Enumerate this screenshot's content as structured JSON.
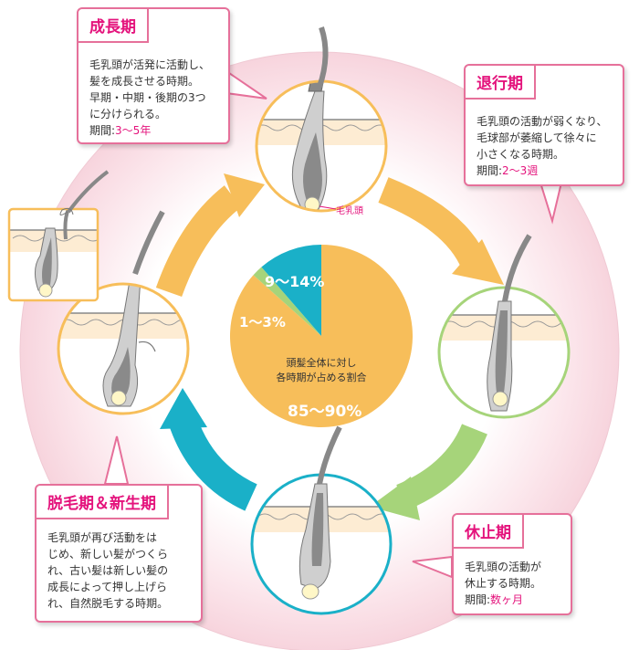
{
  "growth": {
    "title": "成長期",
    "lines": [
      "毛乳頭が活発に活動し、",
      "髪を成長させる時期。",
      "早期・中期・後期の3つ",
      "に分けられる。"
    ],
    "period_label": "期間:",
    "period_value": "3～5年"
  },
  "regression": {
    "title": "退行期",
    "lines": [
      "毛乳頭の活動が弱くなり、",
      "毛球部が萎縮して徐々に",
      "小さくなる時期。"
    ],
    "period_label": "期間:",
    "period_value": "2～3週"
  },
  "rest": {
    "title": "休止期",
    "lines": [
      "毛乳頭の活動が",
      "休止する時期。"
    ],
    "period_label": "期間:",
    "period_value": "数ヶ月"
  },
  "shedding": {
    "title": "脱毛期＆新生期",
    "lines": [
      "毛乳頭が再び活動をは",
      "じめ、新しい髪がつくら",
      "れ、古い髪は新しい髪の",
      "成長によって押し上げら",
      "れ、自然脱毛する時期。"
    ]
  },
  "dermal_papilla_label": "毛乳頭",
  "chart_data": {
    "type": "pie",
    "title": "頭髪全体に対し各時期が占める割合",
    "title_lines": [
      "頭髪全体に対し",
      "各時期が占める割合"
    ],
    "slices": [
      {
        "label": "85～90%",
        "value": 87.5,
        "color": "#f7be5a"
      },
      {
        "label": "1～3%",
        "value": 2,
        "color": "#a6d47a"
      },
      {
        "label": "9～14%",
        "value": 11.5,
        "color": "#1ab0c8"
      }
    ]
  },
  "colors": {
    "pink": "#e4137c",
    "orange": "#f7be5a",
    "green": "#a6d47a",
    "blue": "#1ab0c8",
    "skin": "#fdecd3"
  }
}
